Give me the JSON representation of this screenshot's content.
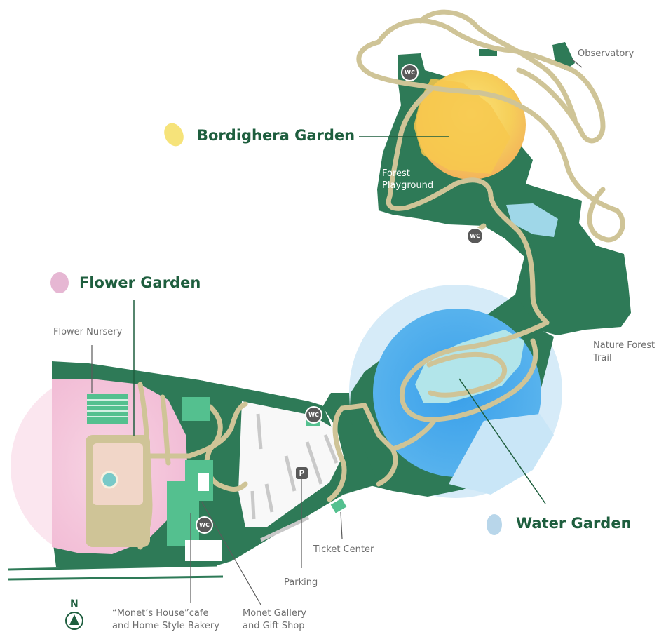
{
  "gardens": {
    "bordighera": "Bordighera Garden",
    "flower": "Flower Garden",
    "water": "Water Garden"
  },
  "labels": {
    "observatory": "Observatory",
    "forest_playground_line1": "Forest",
    "forest_playground_line2": "Playground",
    "nature_forest_trail_line1": "Nature Forest",
    "nature_forest_trail_line2": "Trail",
    "flower_nursery": "Flower Nursery",
    "ticket_center": "Ticket Center",
    "parking": "Parking",
    "cafe_line1": "“Monet’s House”cafe",
    "cafe_line2": "and Home Style Bakery",
    "gallery_line1": "Monet Gallery",
    "gallery_line2": "and Gift Shop"
  },
  "markers": {
    "restroom": "WC",
    "parking": "P",
    "north": "N"
  },
  "icons": [
    "restroom-icon",
    "parking-icon",
    "north-arrow-icon",
    "petal-icon"
  ],
  "colors": {
    "forest_green": "#2e7a57",
    "path": "#cfc497",
    "label_green": "#1e5e3e",
    "bordighera_yellow": "#f5d35a",
    "flower_pink": "#f4c4d8",
    "water_blue": "#4aa8e8"
  }
}
